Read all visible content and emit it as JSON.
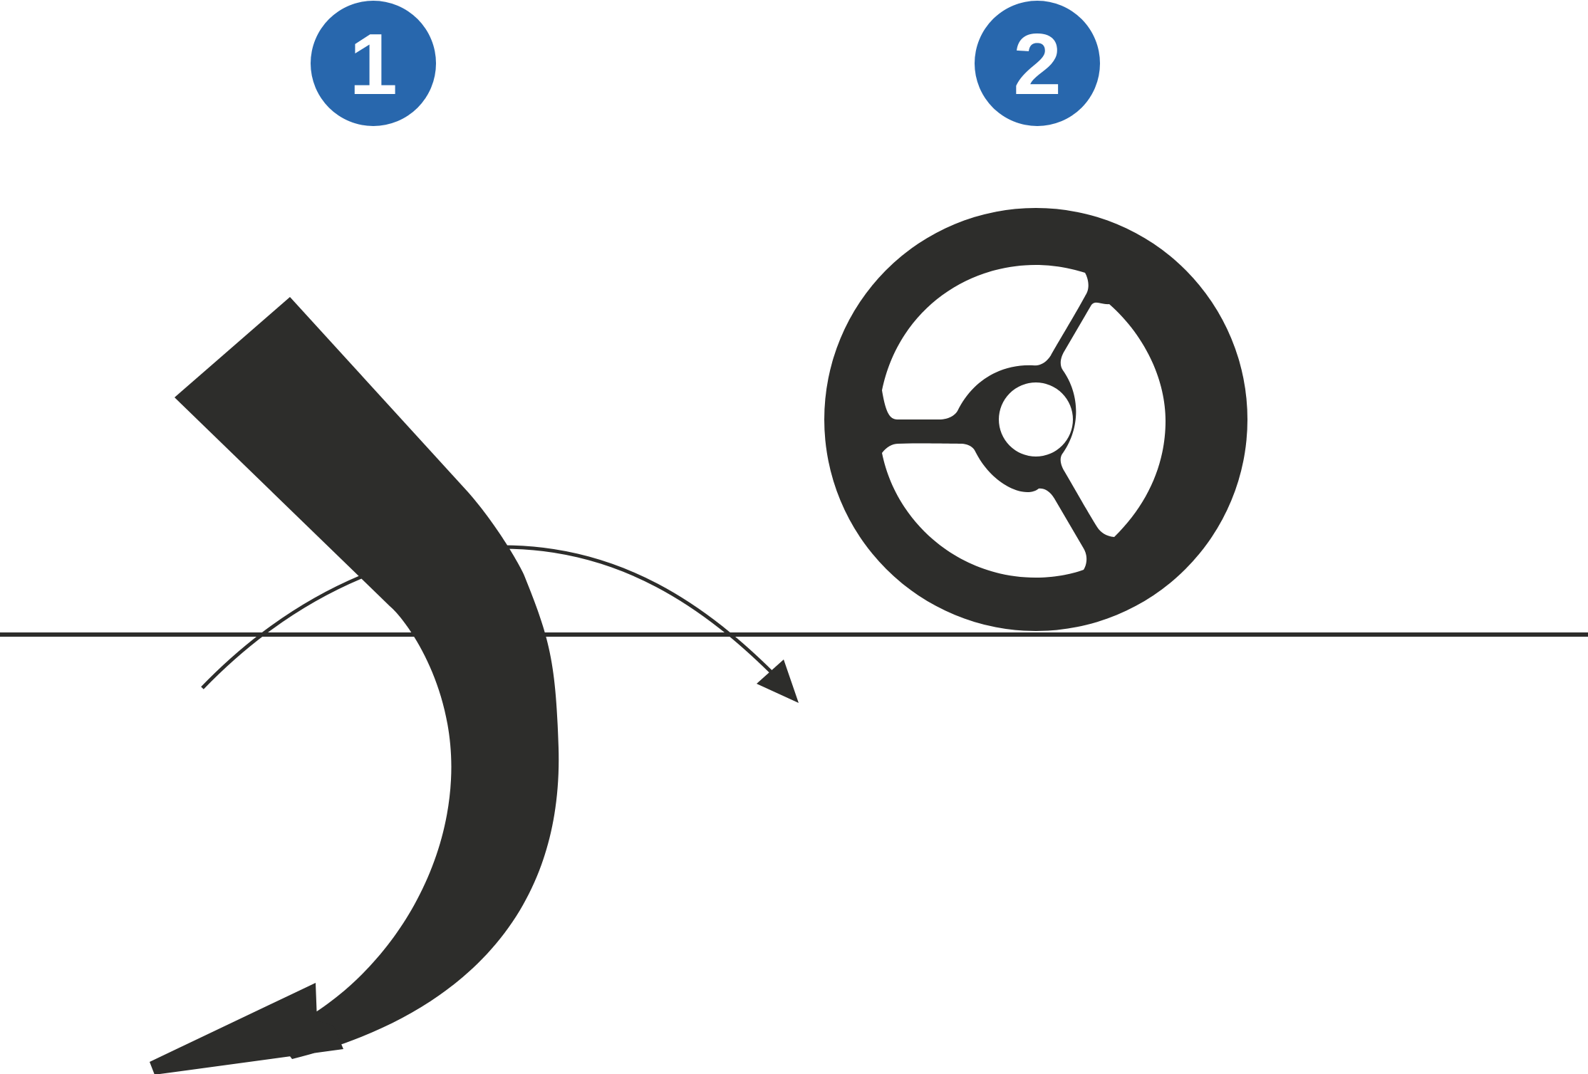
{
  "steps": [
    {
      "label": "1"
    },
    {
      "label": "2"
    }
  ],
  "colors": {
    "badge": "#2867ad",
    "ink": "#2d2d2b",
    "background": "#ffffff",
    "badge_text": "#ffffff"
  },
  "icons": {
    "step1": "curved-turn-arrow",
    "step2": "steering-wheel",
    "rotation": "rotation-arc-arrow"
  }
}
